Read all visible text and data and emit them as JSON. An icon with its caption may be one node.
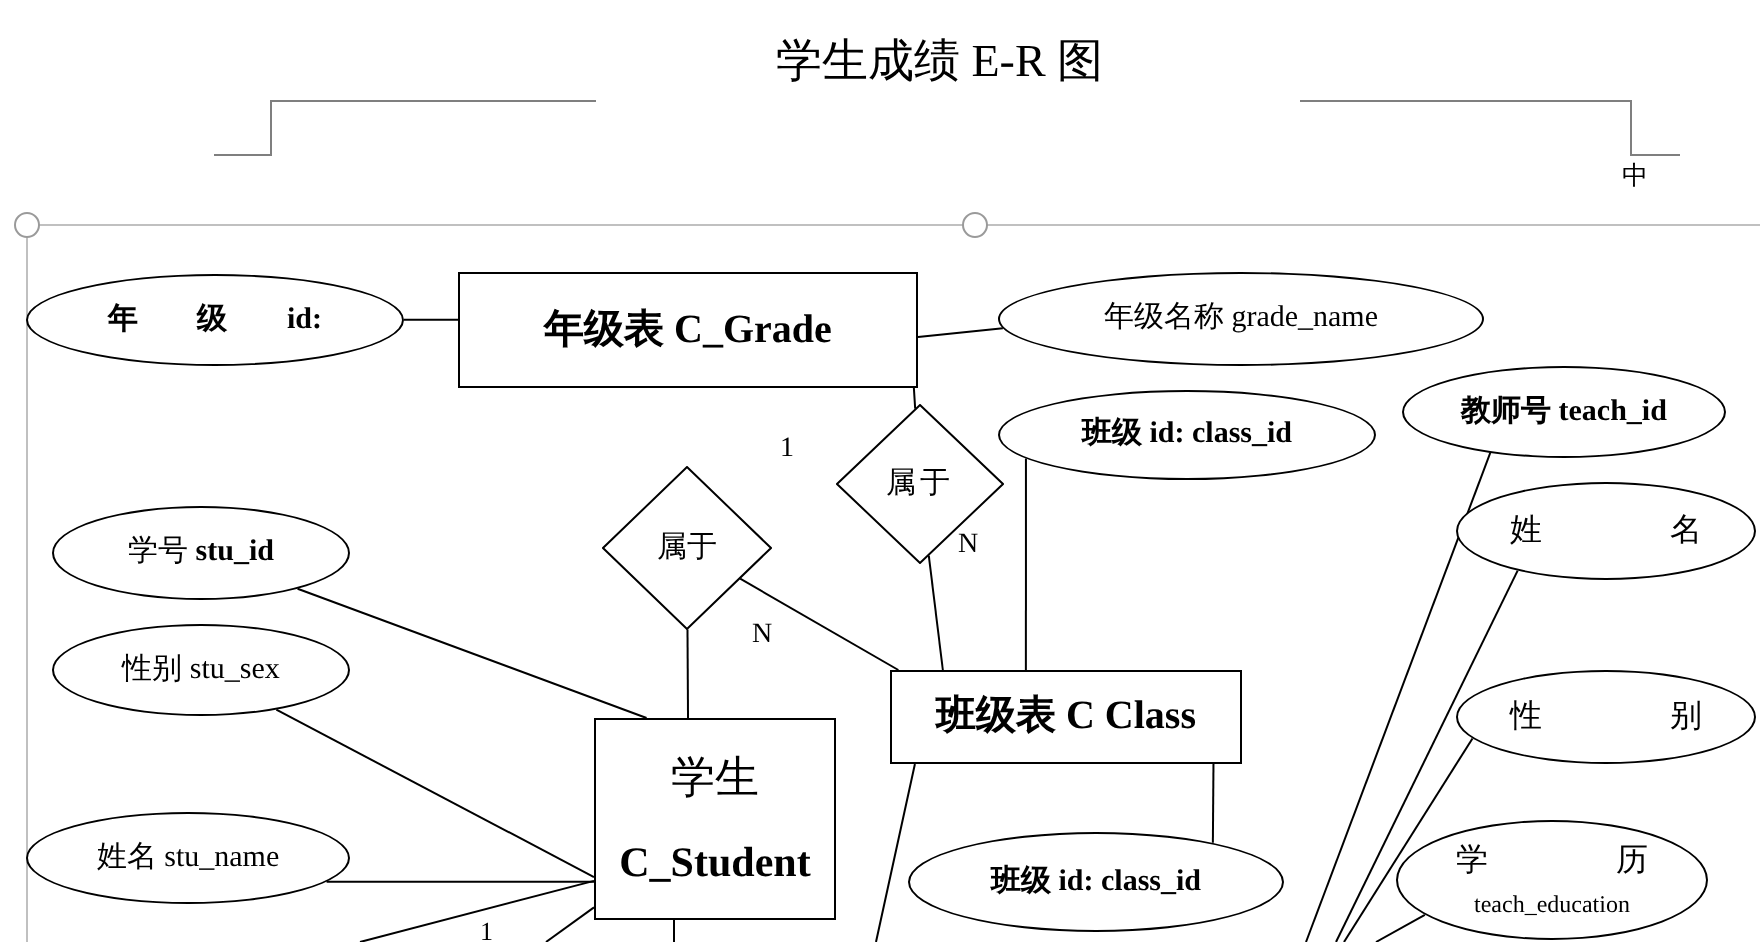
{
  "diagram": {
    "title": "学生成绩 E-R 图",
    "nodes": [
      {
        "text": [
          "年 级 id:"
        ]
      },
      {
        "text": [
          "年级表 C_Grade"
        ]
      },
      {
        "text": [
          "年级名称 grade_name"
        ]
      },
      {
        "text": [
          "属于"
        ]
      },
      {
        "text": [
          "班级 id: class_id"
        ]
      },
      {
        "text": [
          "教师号 teach_id"
        ]
      },
      {
        "text": [
          "属于"
        ]
      },
      {
        "text": [
          "学号 **stu_id**"
        ]
      },
      {
        "text": [
          "姓 名"
        ]
      },
      {
        "text": [
          "性别 stu_sex"
        ]
      },
      {
        "text": [
          "学生",
          "C_Student"
        ]
      },
      {
        "text": [
          "班级表 C Class"
        ]
      },
      {
        "text": [
          "性 别"
        ]
      },
      {
        "text": [
          "姓名 stu_name"
        ]
      },
      {
        "text": [
          "班级 id: class_id"
        ]
      },
      {
        "text": [
          "学 历",
          "teach_education"
        ]
      }
    ],
    "edges": [
      {
        "from": 0,
        "to": 1,
        "arrow": "none"
      },
      {
        "from": 1,
        "to": 2,
        "arrow": "none"
      },
      {
        "from": 1,
        "to": 3,
        "arrow": "none"
      },
      {
        "from": 3,
        "to": 11,
        "arrow": "none"
      },
      {
        "from": 6,
        "to": 10,
        "arrow": "none"
      },
      {
        "from": 6,
        "to": 11,
        "arrow": "none"
      },
      {
        "from": 7,
        "to": 10,
        "arrow": "none"
      },
      {
        "from": 9,
        "to": 10,
        "arrow": "none"
      },
      {
        "from": 13,
        "to": 10,
        "arrow": "none"
      },
      {
        "from": 4,
        "to": 11,
        "arrow": "none"
      },
      {
        "from": 11,
        "to": 14,
        "arrow": "none"
      },
      {
        "from": 5,
        "to": null,
        "arrow": "none"
      },
      {
        "from": 8,
        "to": null,
        "arrow": "none"
      },
      {
        "from": 12,
        "to": null,
        "arrow": "none"
      },
      {
        "from": 15,
        "to": null,
        "arrow": "none"
      },
      {
        "from": 10,
        "to": null,
        "arrow": "none"
      },
      {
        "from": 10,
        "to": null,
        "arrow": "none"
      },
      {
        "from": 10,
        "to": null,
        "arrow": "none"
      },
      {
        "from": 11,
        "to": null,
        "arrow": "none"
      }
    ],
    "labels": [
      "中",
      "1",
      "N",
      "N",
      "1"
    ]
  }
}
